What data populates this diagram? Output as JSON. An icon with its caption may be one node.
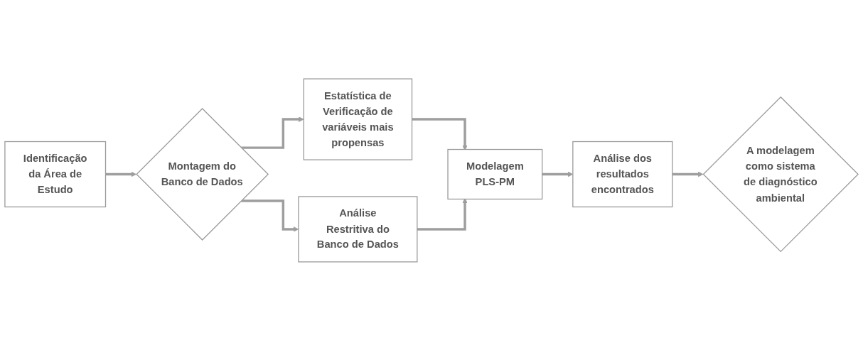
{
  "diagram": {
    "nodes": [
      {
        "text": [
          "Identificação da Área de Estudo"
        ]
      },
      {
        "text": [
          "Montagem do Banco de Dados"
        ]
      },
      {
        "text": [
          "Estatística de Verificação de variáveis mais propensas"
        ]
      },
      {
        "text": [
          "Análise Restritiva do Banco de Dados"
        ]
      },
      {
        "text": [
          "Modelagem PLS-PM"
        ]
      },
      {
        "text": [
          "Análise dos resultados encontrados"
        ]
      },
      {
        "text": [
          "A modelagem como sistema de diagnóstico ambiental"
        ]
      }
    ],
    "edges": [
      {
        "from": 0,
        "to": 1,
        "arrow": "to"
      },
      {
        "from": 1,
        "to": 2,
        "arrow": "to"
      },
      {
        "from": 1,
        "to": 3,
        "arrow": "to"
      },
      {
        "from": 2,
        "to": 4,
        "arrow": "to"
      },
      {
        "from": 3,
        "to": 4,
        "arrow": "to"
      },
      {
        "from": 4,
        "to": 5,
        "arrow": "to"
      },
      {
        "from": 5,
        "to": 6,
        "arrow": "to"
      }
    ]
  }
}
